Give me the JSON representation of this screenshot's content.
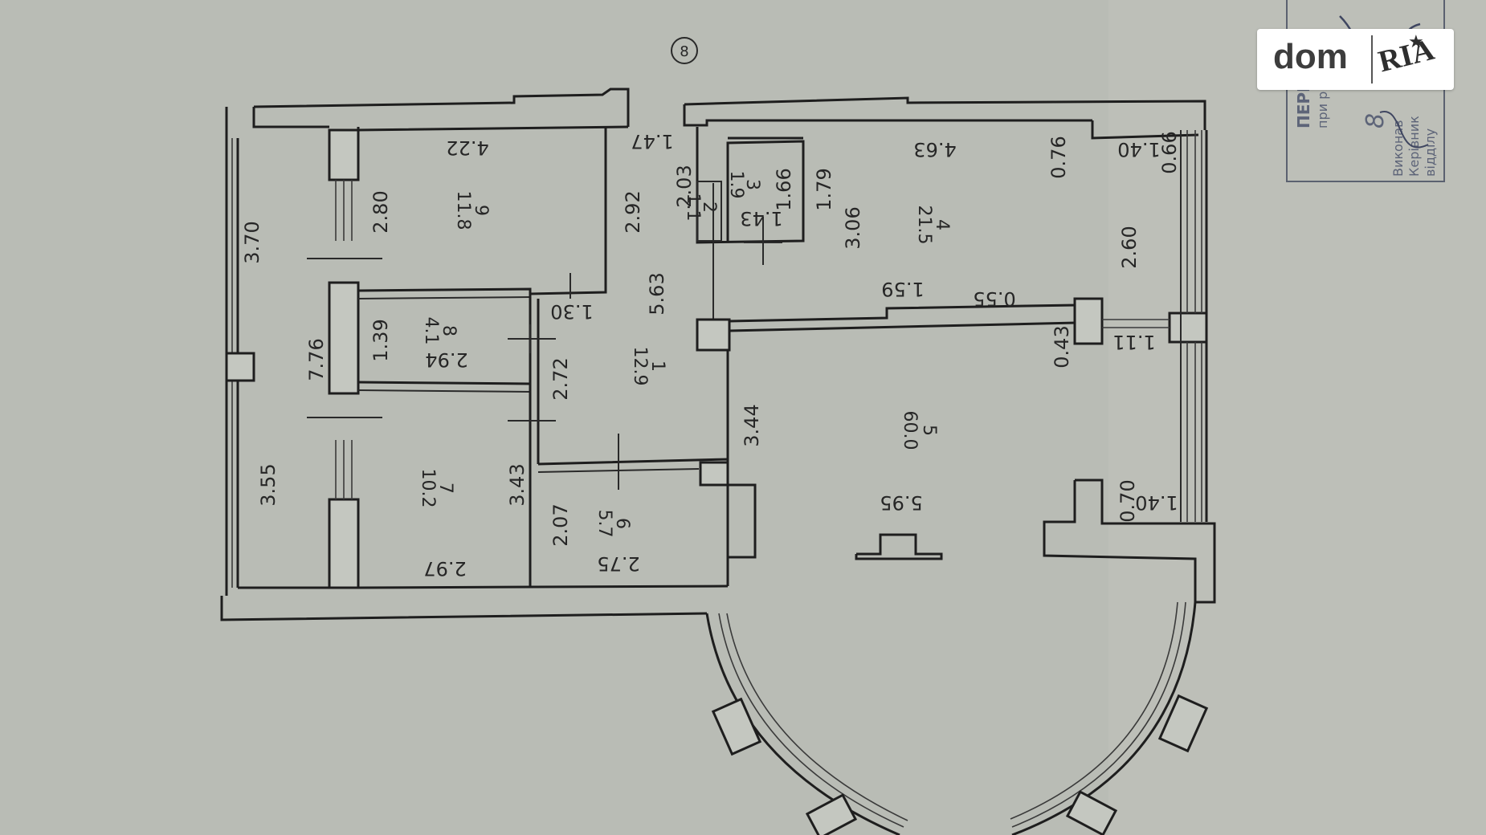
{
  "header": {
    "axis_marker": "8"
  },
  "watermark": {
    "brand_dom": "dom",
    "brand_ria": "RIA"
  },
  "rooms": [
    {
      "number": "1",
      "area": "12.9"
    },
    {
      "number": "2",
      "area": "1.1"
    },
    {
      "number": "3",
      "area": "1.9"
    },
    {
      "number": "4",
      "area": "21.5"
    },
    {
      "number": "5",
      "area": "60.0"
    },
    {
      "number": "6",
      "area": "5.7"
    },
    {
      "number": "7",
      "area": "10.2"
    },
    {
      "number": "8",
      "area": "4.1"
    },
    {
      "number": "9",
      "area": "11.8"
    }
  ],
  "dimensions": {
    "balcony_top": "3.70",
    "balcony_total": "7.76",
    "balcony_bottom": "3.55",
    "room9_width": "4.22",
    "room9_height": "2.80",
    "room8_height": "1.39",
    "room8_width": "2.94",
    "room7_width": "2.97",
    "room7_height": "3.43",
    "room1_upper": "2.92",
    "room1_total": "5.63",
    "room1_lower": "2.72",
    "hall_top": "1.47",
    "hall_mid": "1.30",
    "room2_height": "2.03",
    "room3_height": "1.66",
    "room3_width": "1.43",
    "room4_width": "4.63",
    "room4_left": "1.79",
    "room4_height": "3.06",
    "room4_right": "2.60",
    "room4_corner": "0.76",
    "room4_window": "1.40",
    "room4_edge": "0.66",
    "room4_bottom": "1.59",
    "room4_step": "0.55",
    "room5_pier": "0.43",
    "room5_window": "1.11",
    "room5_left": "3.44",
    "room5_width": "5.95",
    "room5_edge": "0.70",
    "room5_window2": "1.40",
    "room6_height": "2.07",
    "room6_width": "2.75"
  },
  "stamp": {
    "line_1": "ПЕРЕ...",
    "line_2": "при р...",
    "line_3": "Виконав",
    "line_4": "Керівник",
    "line_5": "відділу",
    "date_mark": "8"
  }
}
